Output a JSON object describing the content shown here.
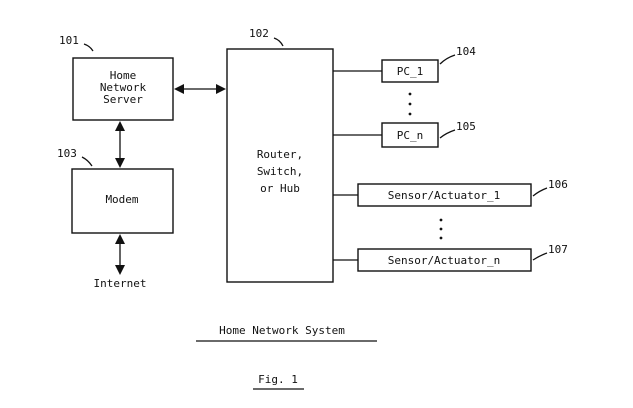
{
  "diagram": {
    "blocks": {
      "home_network_server": {
        "ref": "101",
        "lines": [
          "Home",
          "Network",
          "Server"
        ]
      },
      "router": {
        "ref": "102",
        "lines": [
          "Router,",
          "Switch,",
          "or Hub"
        ]
      },
      "modem": {
        "ref": "103",
        "lines": [
          "Modem"
        ]
      },
      "pc_1": {
        "ref": "104",
        "label": "PC_1"
      },
      "pc_n": {
        "ref": "105",
        "label": "PC_n"
      },
      "sensor_1": {
        "ref": "106",
        "label": "Sensor/Actuator_1"
      },
      "sensor_n": {
        "ref": "107",
        "label": "Sensor/Actuator_n"
      }
    },
    "internet_label": "Internet",
    "caption": "Home Network System",
    "figure_label": "Fig. 1",
    "colors": {
      "ink": "#111111",
      "paper": "#ffffff"
    }
  }
}
